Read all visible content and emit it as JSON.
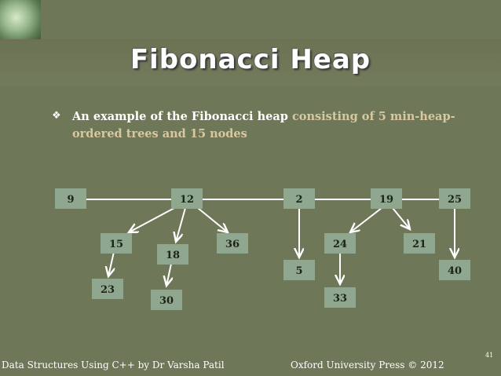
{
  "slide": {
    "title": "Fibonacci Heap",
    "bullet": {
      "icon": "❖",
      "part1": "An example of the Fibonacci heap ",
      "part2": "consisting of 5 min-heap-ordered trees and 15 nodes"
    },
    "footer_left": "Data Structures Using C++ by Dr Varsha Patil",
    "footer_right": "Oxford University Press  © 2012",
    "page_number": "41"
  },
  "diagram": {
    "nodes": {
      "n9": "9",
      "n12": "12",
      "n2": "2",
      "n19": "19",
      "n25": "25",
      "n15": "15",
      "n18": "18",
      "n36": "36",
      "n24": "24",
      "n21": "21",
      "n5": "5",
      "n40": "40",
      "n23": "23",
      "n30": "30",
      "n33": "33"
    }
  }
}
